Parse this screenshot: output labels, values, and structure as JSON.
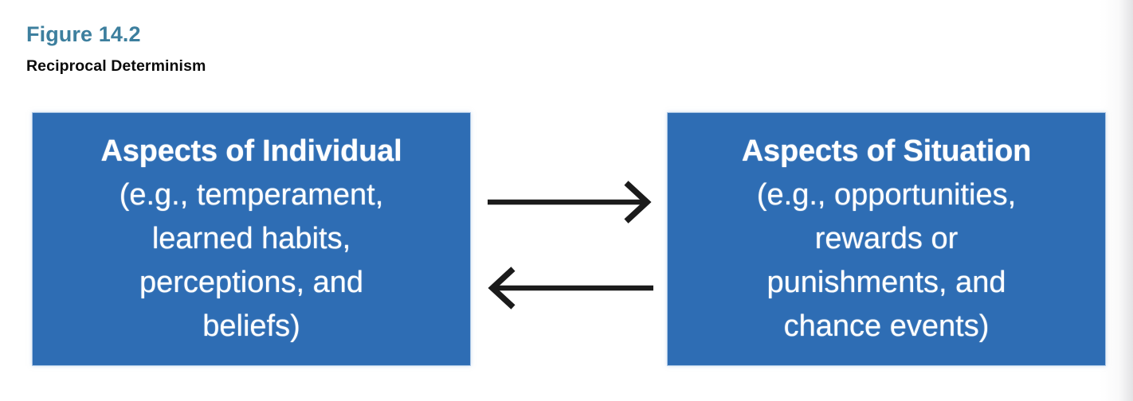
{
  "figure": {
    "number": "Figure 14.2",
    "title": "Reciprocal Determinism",
    "number_color": "#3d7f9e",
    "title_color": "#0b0b0b",
    "background_color": "#ffffff"
  },
  "diagram": {
    "type": "two-node bidirectional flow",
    "box_fill_color": "#2e6db4",
    "box_text_color": "#ffffff",
    "arrow_color": "#1b1b1b",
    "boxes": [
      {
        "id": "individual",
        "heading": "Aspects of Individual",
        "lines": [
          "(e.g., temperament,",
          "learned habits,",
          "perceptions, and",
          "beliefs)"
        ]
      },
      {
        "id": "situation",
        "heading": "Aspects of Situation",
        "lines": [
          "(e.g., opportunities,",
          "rewards or",
          "punishments, and",
          "chance events)"
        ]
      }
    ],
    "arrows": [
      {
        "id": "forward",
        "direction": "right",
        "from": "individual",
        "to": "situation"
      },
      {
        "id": "backward",
        "direction": "left",
        "from": "situation",
        "to": "individual"
      }
    ]
  }
}
